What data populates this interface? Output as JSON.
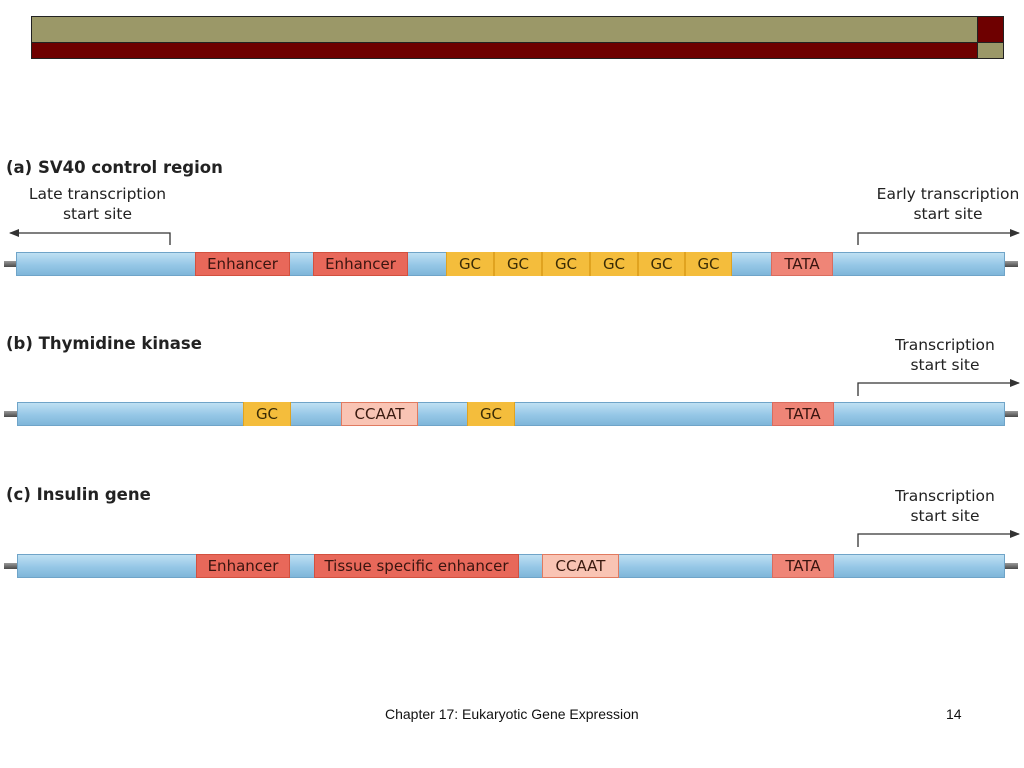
{
  "header": {
    "colors": {
      "olive": "#9b9868",
      "maroon": "#6e0000"
    }
  },
  "panels": [
    {
      "title": "(a) SV40 control region",
      "left_label": "Late transcription\nstart site",
      "right_label": "Early transcription\nstart site",
      "elements": [
        "Enhancer",
        "Enhancer",
        "GC",
        "GC",
        "GC",
        "GC",
        "GC",
        "GC",
        "TATA"
      ]
    },
    {
      "title": "(b) Thymidine kinase",
      "right_label": "Transcription\nstart site",
      "elements": [
        "GC",
        "CCAAT",
        "GC",
        "TATA"
      ]
    },
    {
      "title": "(c) Insulin gene",
      "right_label": "Transcription\nstart site",
      "elements": [
        "Enhancer",
        "Tissue specific enhancer",
        "CCAAT",
        "TATA"
      ]
    }
  ],
  "footer": {
    "chapter": "Chapter 17: Eukaryotic Gene Expression",
    "page": "14"
  }
}
